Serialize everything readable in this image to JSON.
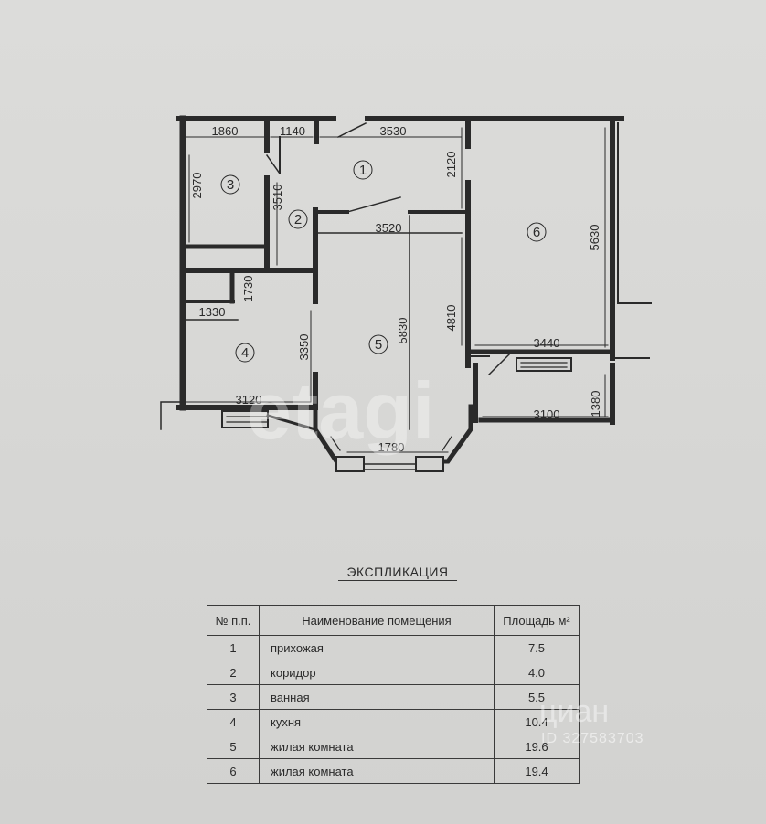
{
  "plan": {
    "dimensions": [
      "1860",
      "1140",
      "3530",
      "2970",
      "3510",
      "2120",
      "3520",
      "5630",
      "1730",
      "1330",
      "3350",
      "5830",
      "4810",
      "3440",
      "3120",
      "3100",
      "1380",
      "1780"
    ],
    "room_numbers": [
      "1",
      "2",
      "3",
      "4",
      "5",
      "6"
    ],
    "watermark": "etagi"
  },
  "explication": {
    "title": "ЭКСПЛИКАЦИЯ",
    "headers": [
      "№ п.п.",
      "Наименование помещения",
      "Площадь м²"
    ],
    "rows": [
      {
        "num": "1",
        "name": "прихожая",
        "area": "7.5"
      },
      {
        "num": "2",
        "name": "коридор",
        "area": "4.0"
      },
      {
        "num": "3",
        "name": "ванная",
        "area": "5.5"
      },
      {
        "num": "4",
        "name": "кухня",
        "area": "10.4"
      },
      {
        "num": "5",
        "name": "жилая комната",
        "area": "19.6"
      },
      {
        "num": "6",
        "name": "жилая комната",
        "area": "19.4"
      }
    ]
  },
  "watermarks": {
    "brand": "циан",
    "listing_id": "ID 327583703"
  }
}
